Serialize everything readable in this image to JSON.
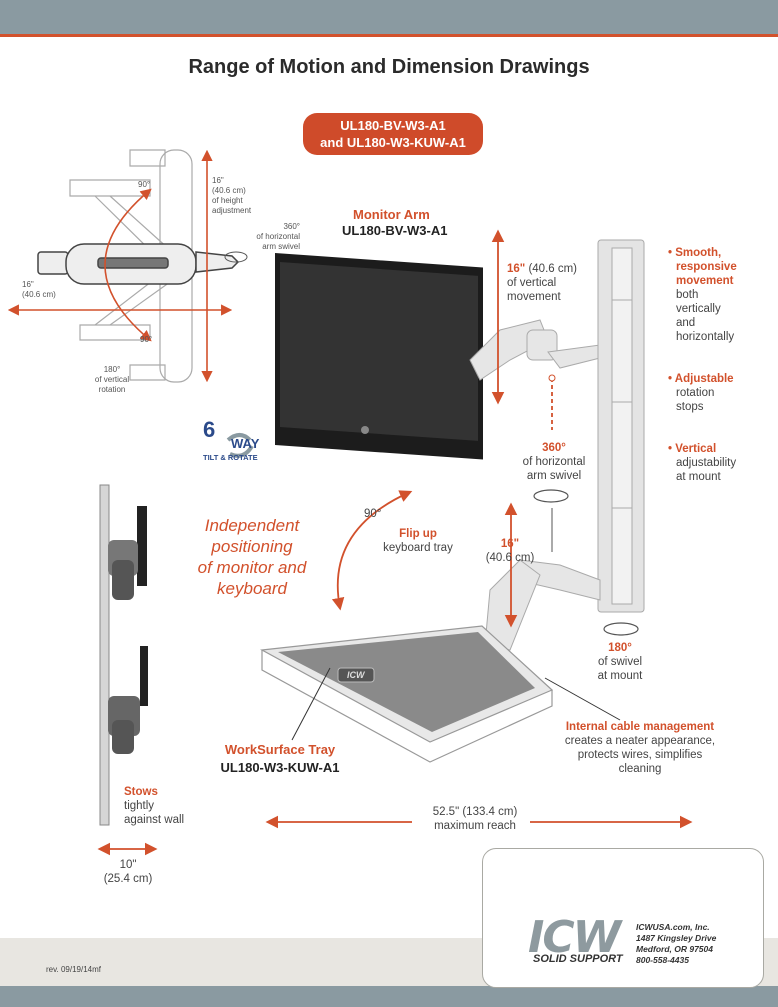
{
  "page": {
    "title": "Range of Motion and Dimension Drawings",
    "model_pill": [
      "UL180-BV-W3-A1",
      "and UL180-W3-KUW-A1"
    ],
    "accent_color": "#d2512c",
    "bar_color": "#8a9aa1"
  },
  "top_view": {
    "height_adj": [
      "16\"",
      "(40.6 cm)",
      "of height",
      "adjustment"
    ],
    "angle_top": "90°",
    "angle_bottom": "90°",
    "swivel": [
      "360°",
      "of horizontal",
      "arm swivel"
    ],
    "left_dim": [
      "16\"",
      "(40.6 cm)"
    ],
    "rotation": [
      "180°",
      "of vertical",
      "rotation"
    ]
  },
  "badge": {
    "number": "6",
    "way": "WAY",
    "sub": "TILT & ROTATE"
  },
  "monitor_arm": {
    "heading": "Monitor Arm",
    "model": "UL180-BV-W3-A1",
    "vertical_bold": "16\"",
    "vertical_rest": " (40.6 cm)",
    "vertical_lines": [
      "of vertical",
      "movement"
    ],
    "swivel_bold": "360°",
    "swivel_lines": [
      "of horizontal",
      "arm swivel"
    ]
  },
  "features": [
    {
      "bold": [
        "Smooth,",
        "responsive",
        "movement"
      ],
      "text": [
        "both",
        "vertically",
        "and",
        "horizontally"
      ]
    },
    {
      "bold": [
        "Adjustable"
      ],
      "text": [
        "rotation",
        "stops"
      ]
    },
    {
      "bold": [
        "Vertical"
      ],
      "text": [
        "adjustability",
        "at mount"
      ]
    }
  ],
  "keyboard": {
    "angle": "90°",
    "flip_bold": "Flip up",
    "flip_text": "keyboard tray",
    "dim_bold": "16\"",
    "dim_text": "(40.6 cm)",
    "swivel_bold": "180°",
    "swivel_lines": [
      "of swivel",
      "at mount"
    ],
    "independent": [
      "Independent",
      "positioning",
      "of monitor and",
      "keyboard"
    ],
    "tray_heading": "WorkSurface Tray",
    "tray_model": "UL180-W3-KUW-A1",
    "tray_logo": "ICW"
  },
  "cable": {
    "bold": "Internal cable management",
    "lines": [
      "creates a neater appearance,",
      "protects wires, simplifies",
      "cleaning"
    ]
  },
  "stows": {
    "bold": "Stows",
    "lines": [
      "tightly",
      "against wall"
    ]
  },
  "width_dim": [
    "10\"",
    "(25.4 cm)"
  ],
  "reach": [
    "52.5\" (133.4 cm)",
    "maximum reach"
  ],
  "footer": {
    "rev": "rev. 09/19/14mf",
    "logo": "ICW",
    "tagline": "SOLID SUPPORT",
    "address": [
      "ICWUSA.com, Inc.",
      "1487 Kingsley Drive",
      "Medford, OR 97504",
      "800-558-4435"
    ]
  }
}
